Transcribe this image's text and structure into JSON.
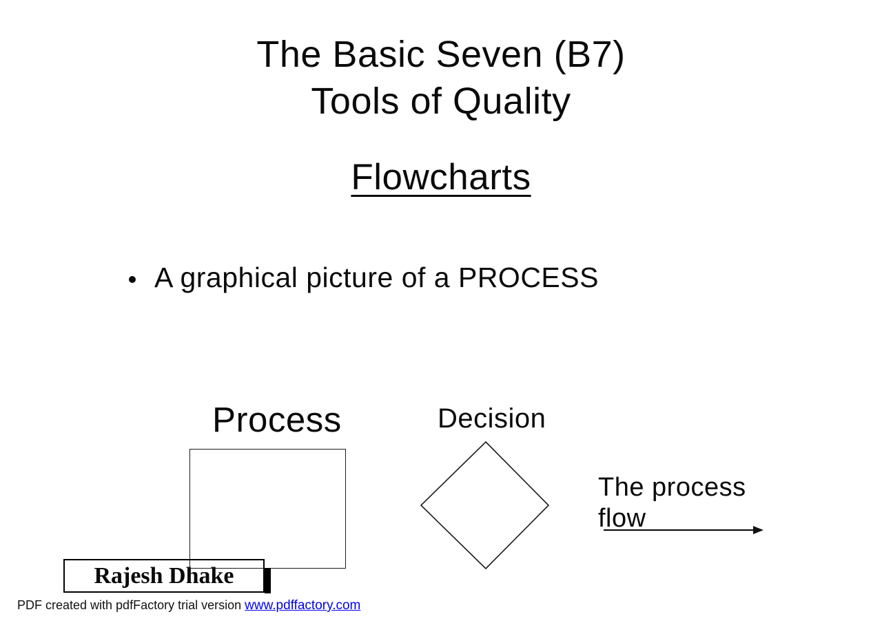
{
  "slide": {
    "title_line1": "The Basic Seven (B7)",
    "title_line2": "Tools of Quality",
    "subtitle": "Flowcharts",
    "bullet_text": "A graphical picture of a PROCESS"
  },
  "diagram": {
    "process_label": "Process",
    "decision_label": "Decision",
    "flow_label_line1": "The process",
    "flow_label_line2": "flow",
    "shapes": {
      "process_shape": "rectangle",
      "decision_shape": "diamond",
      "flow_shape": "right-arrow"
    }
  },
  "author": {
    "name": "Rajesh Dhake"
  },
  "footer": {
    "text": "PDF created with pdfFactory trial version ",
    "link_label": "www.pdffactory.com",
    "link_color": "#0000EE",
    "text_color": "#111111"
  },
  "colors": {
    "background": "#FFFFFF",
    "ink": "#0A0A0A"
  }
}
